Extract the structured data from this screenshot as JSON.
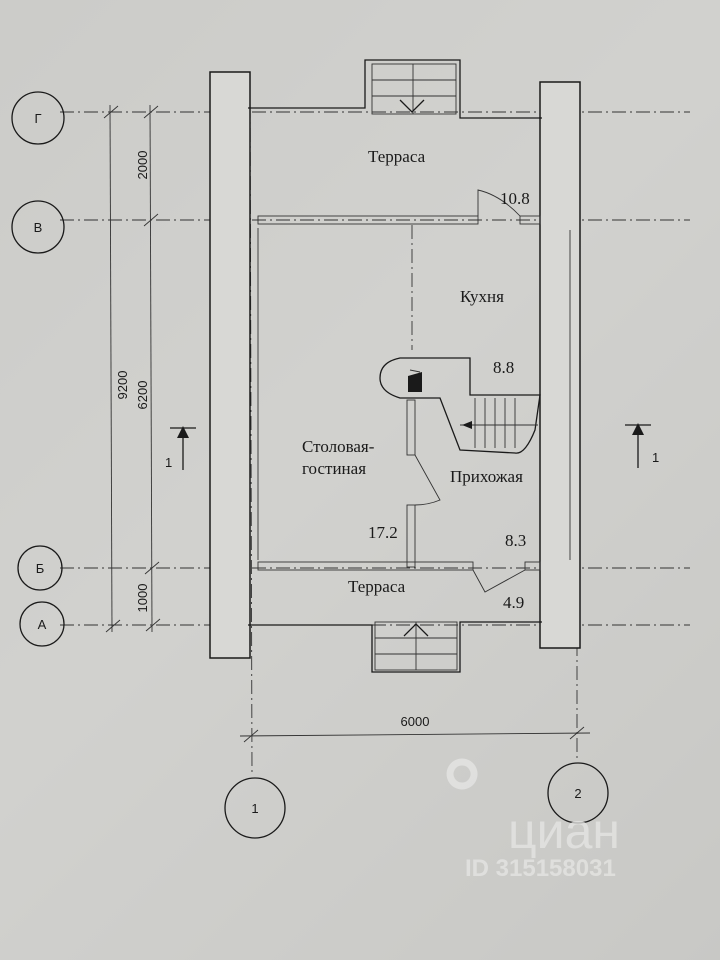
{
  "rooms": {
    "terrace_top": {
      "name": "Терраса",
      "area": "10.8"
    },
    "kitchen": {
      "name": "Кухня",
      "area": "8.8"
    },
    "dining_living": {
      "name_line1": "Столовая-",
      "name_line2": "гостиная",
      "area": "17.2"
    },
    "hallway": {
      "name": "Прихожая",
      "area": "8.3"
    },
    "terrace_bottom": {
      "name": "Терраса",
      "area": "4.9"
    }
  },
  "axes": {
    "rows": [
      "Г",
      "В",
      "Б",
      "А"
    ],
    "columns": [
      "1",
      "2"
    ]
  },
  "dimensions": {
    "total_vertical": "9200",
    "segments": [
      "2000",
      "6200",
      "1000"
    ],
    "horizontal": "6000"
  },
  "section_marks": {
    "left": "1",
    "right": "1"
  },
  "watermark": {
    "brand": "циан",
    "id": "ID 315158031"
  }
}
